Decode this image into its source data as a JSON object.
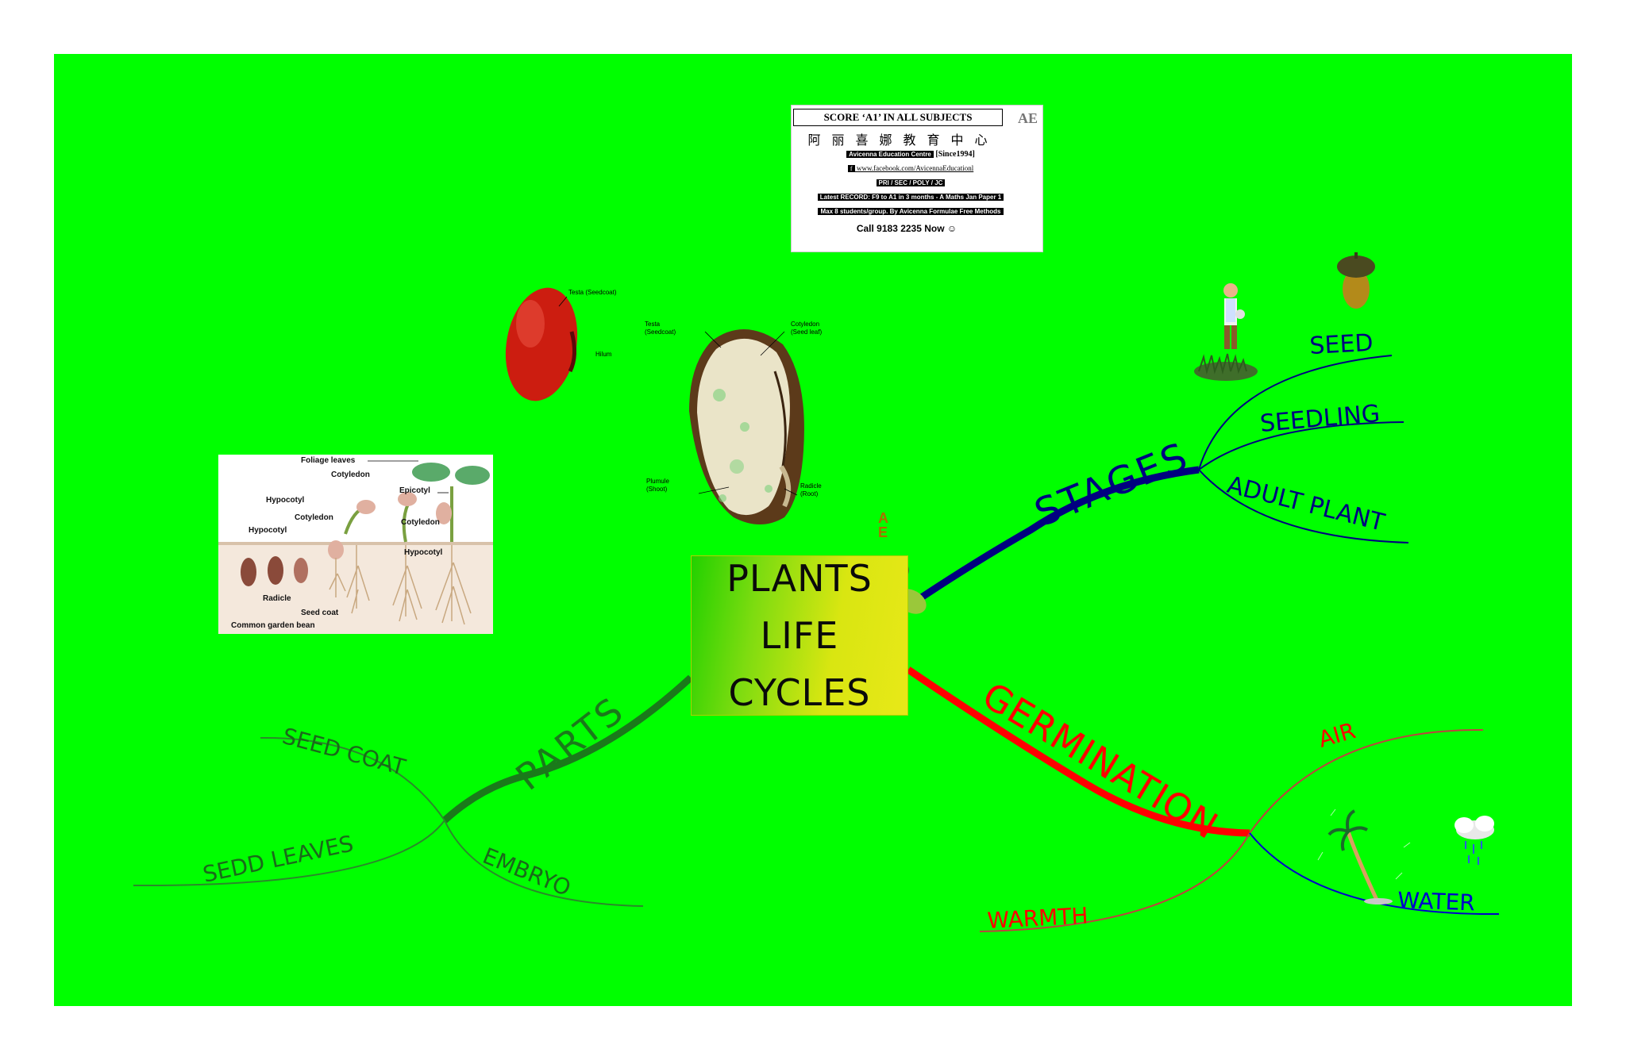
{
  "central": {
    "line1": "PLANTS",
    "line2": "LIFE",
    "line3": "CYCLES"
  },
  "branches": {
    "stages": {
      "label": "STAGES",
      "color": "#000080",
      "children": [
        "SEED",
        "SEEDLING",
        "ADULT PLANT"
      ]
    },
    "germination": {
      "label": "GERMINATION",
      "color": "#ff0000",
      "children": [
        "AIR",
        "WARMTH",
        "WATER"
      ],
      "water_color": "#0000cc"
    },
    "parts": {
      "label": "PARTS",
      "color": "#1a7a1a",
      "children": [
        "SEED COAT",
        "SEDD LEAVES",
        "EMBRYO"
      ]
    }
  },
  "ad": {
    "score": "SCORE ‘A1’ IN ALL SUBJECTS",
    "logo": "AE",
    "chinese": "阿 丽 喜 娜 教 育 中 心",
    "centre": "Avicenna Education Centre",
    "since": "[Since1994]",
    "facebook": "www.facebook.com/AvicennaEducationl",
    "levels": "PRI / SEC / POLY / JC",
    "record": "Latest RECORD: F9 to A1 in 3 months - A Maths Jan Paper 1",
    "group": "Max 8 students/group. By Avicenna Formulae Free Methods",
    "call": "Call 9183 2235 Now ☺"
  },
  "bean_labels": {
    "testa_outer": "Testa (Seedcoat)",
    "hilum": "Hilum",
    "testa_inner_1": "Testa",
    "testa_inner_2": "(Seedcoat)",
    "cotyledon_1": "Cotyledon",
    "cotyledon_2": "(Seed leaf)",
    "plumule_1": "Plumule",
    "plumule_2": "(Shoot)",
    "radicle_1": "Radicle",
    "radicle_2": "(Root)"
  },
  "germ_diagram": {
    "foliage": "Foliage leaves",
    "cotyledon_top": "Cotyledon",
    "epicotyl": "Epicotyl",
    "hypocotyl_1": "Hypocotyl",
    "cotyledon_mid": "Cotyledon",
    "cotyledon_right": "Cotyledon",
    "hypocotyl_2": "Hypocotyl",
    "hypocotyl_3": "Hypocotyl",
    "radicle": "Radicle",
    "seed_coat": "Seed coat",
    "caption": "Common garden bean"
  },
  "small_logo": "AE"
}
